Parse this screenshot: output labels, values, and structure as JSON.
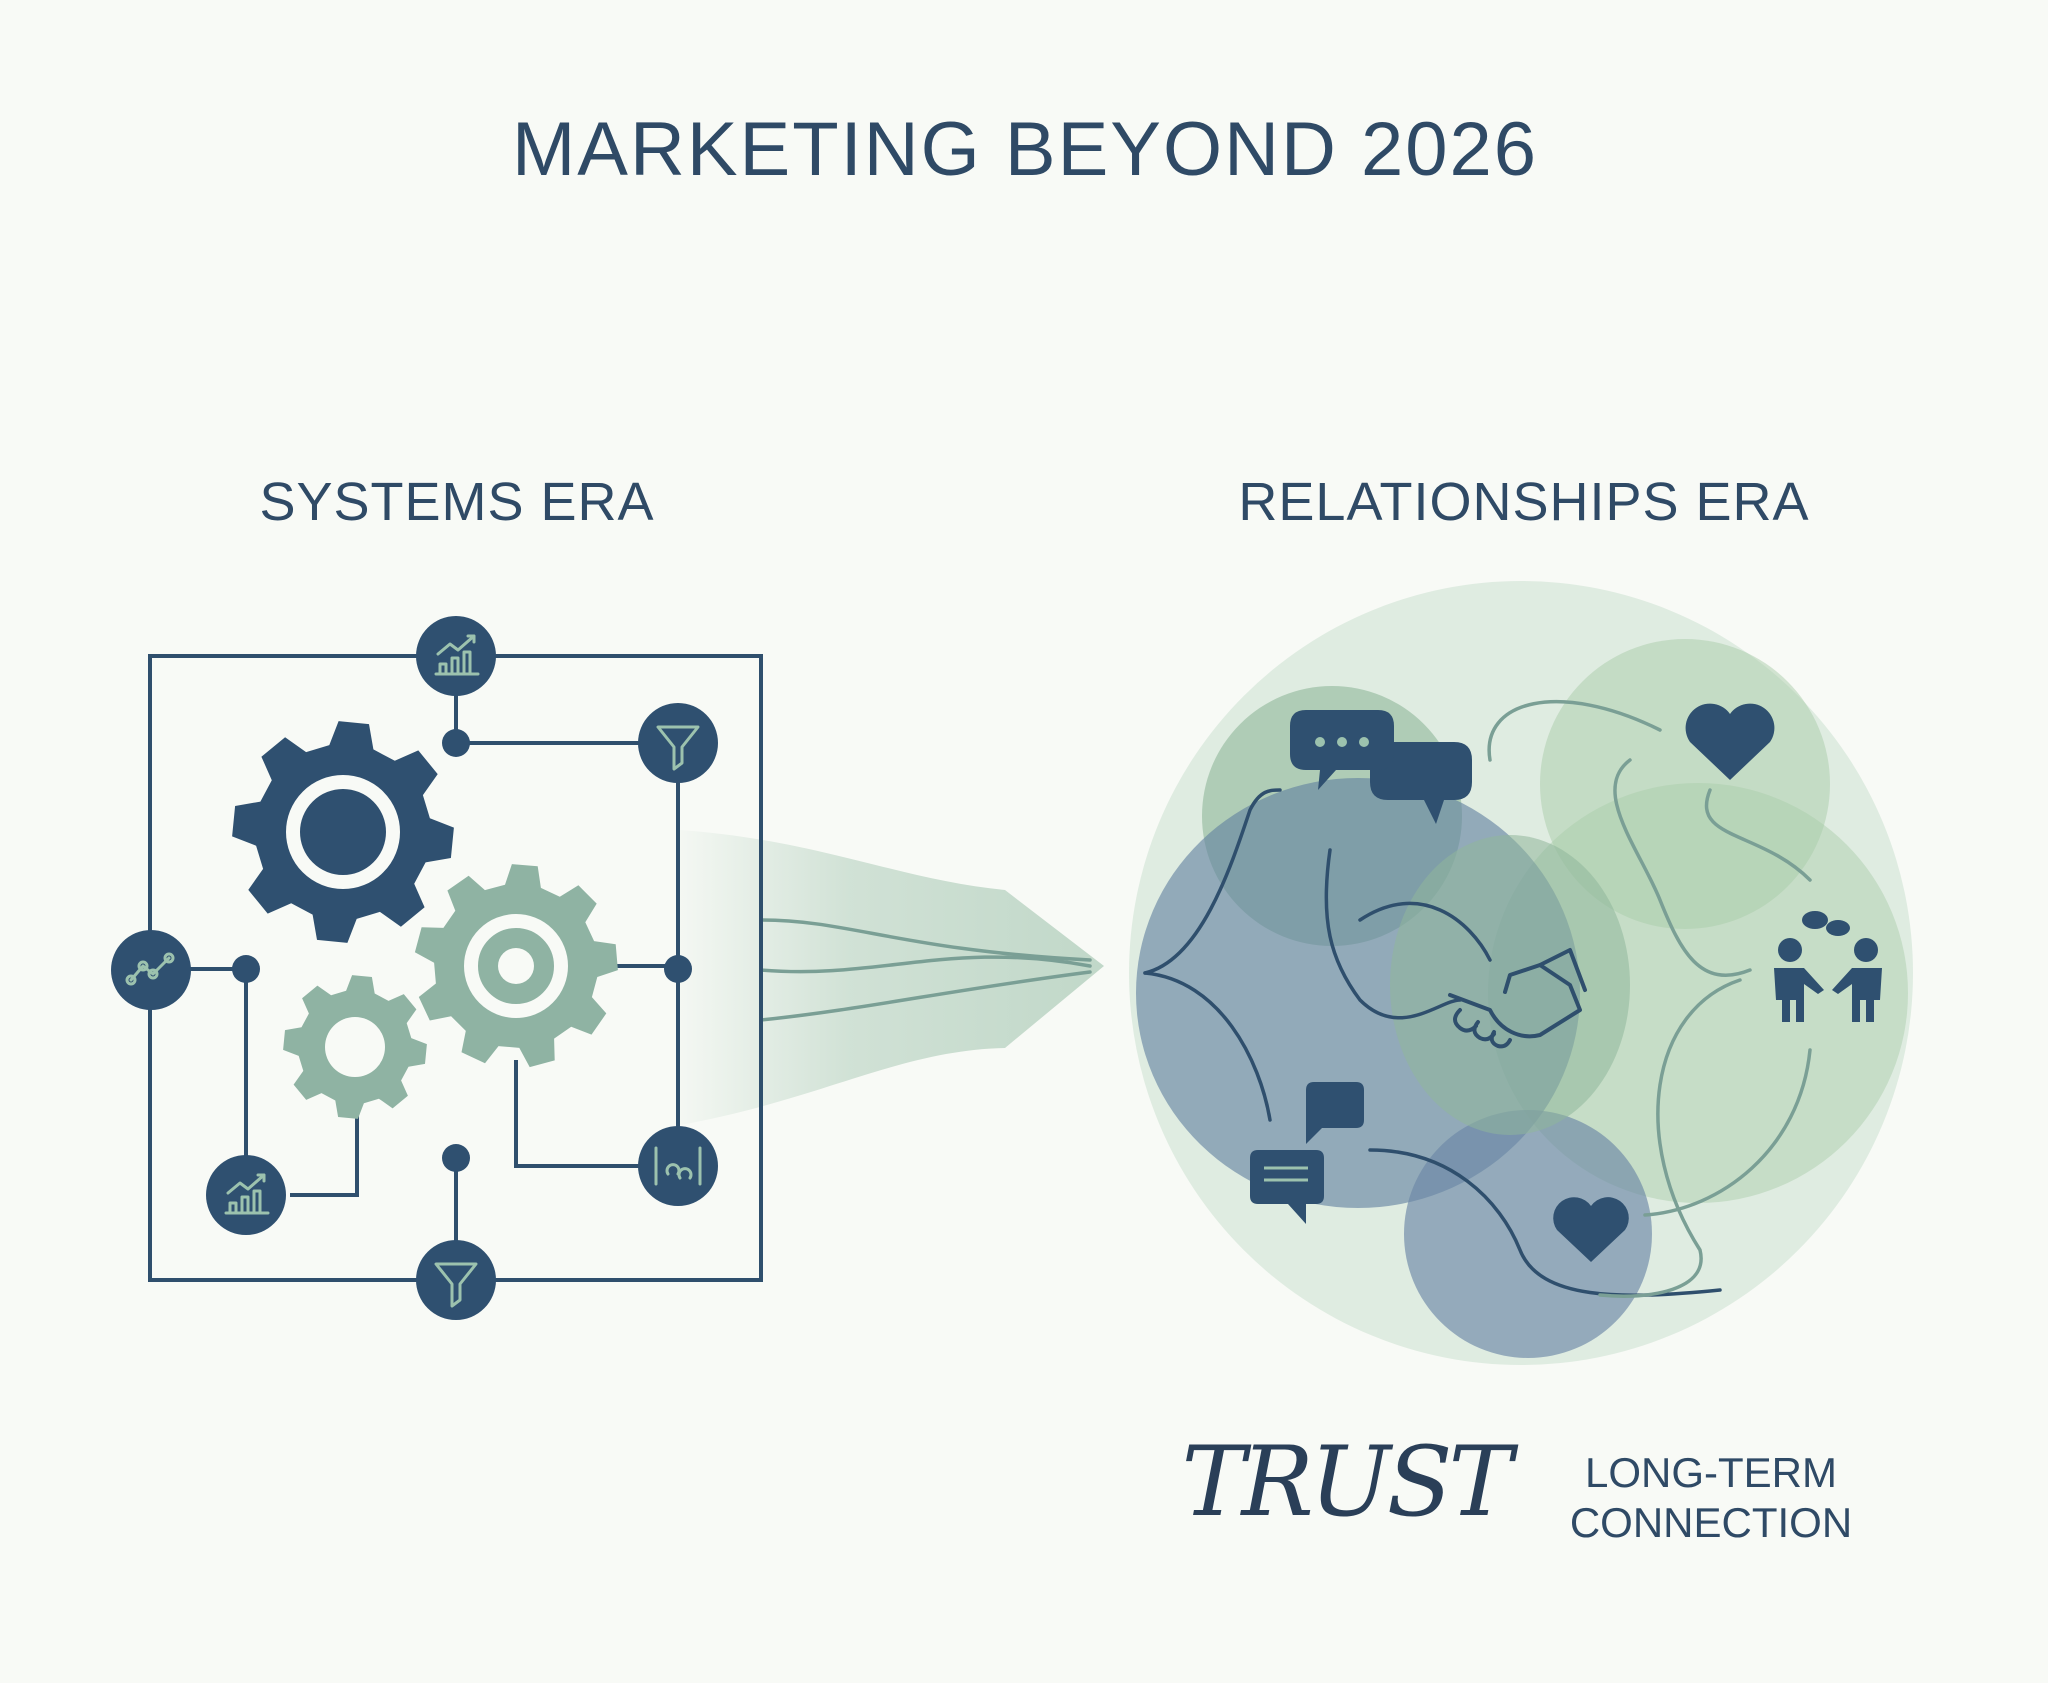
{
  "title": "MARKETING BEYOND 2026",
  "left_panel": {
    "heading": "SYSTEMS ERA",
    "nodes": [
      "chart-growth-icon",
      "funnel-icon",
      "line-graph-icon",
      "chart-growth-icon",
      "audience-icon",
      "funnel-icon"
    ]
  },
  "right_panel": {
    "heading": "RELATIONSHIPS ERA",
    "icons": [
      "chat-dots-icon",
      "heart-icon",
      "people-talking-icon",
      "handshake-icon",
      "chat-icon",
      "heart-icon"
    ]
  },
  "footer": {
    "trust": "TRUST",
    "long_term_line1": "LONG-TERM",
    "long_term_line2": "CONNECTION"
  },
  "colors": {
    "navy": "#2f5070",
    "sage": "#8fb3a3",
    "background": "#f8faf6"
  }
}
